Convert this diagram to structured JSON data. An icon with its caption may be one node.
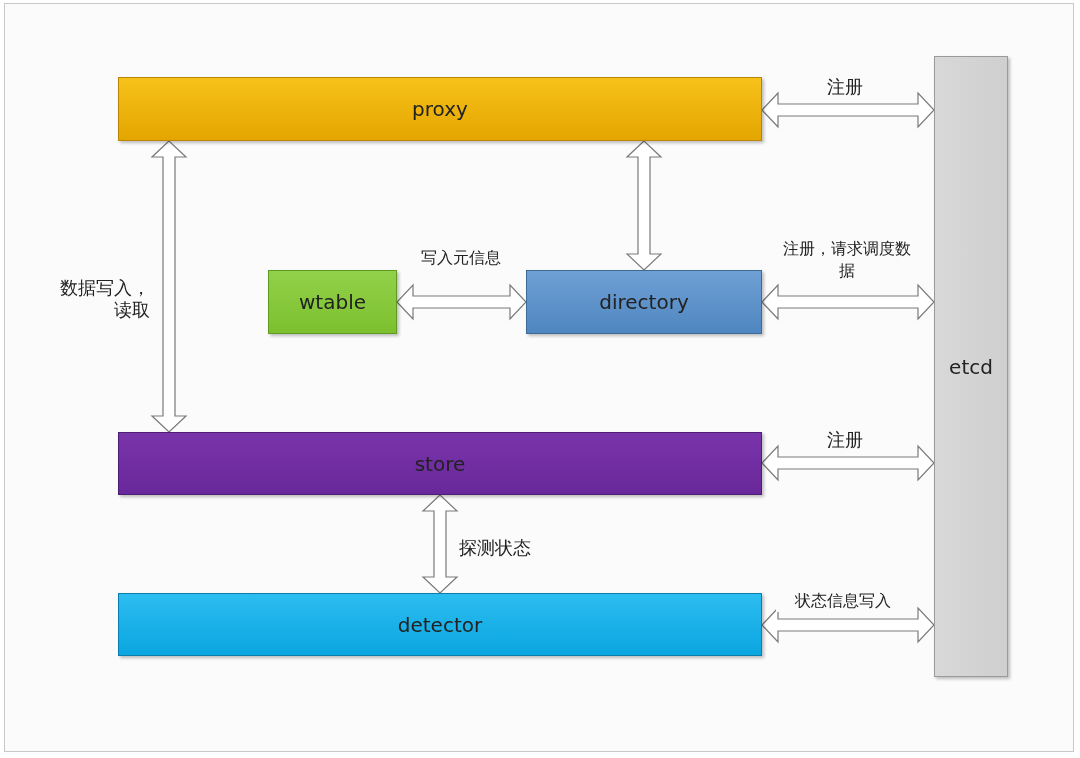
{
  "diagram": {
    "nodes": [
      {
        "text": [
          "proxy"
        ]
      },
      {
        "text": [
          "wtable"
        ]
      },
      {
        "text": [
          "directory"
        ]
      },
      {
        "text": [
          "store"
        ]
      },
      {
        "text": [
          "detector"
        ]
      },
      {
        "text": [
          "etcd"
        ]
      }
    ],
    "edges": [
      {
        "from": 0,
        "to": 5,
        "arrow": "both",
        "label": "注册"
      },
      {
        "from": 0,
        "to": 3,
        "arrow": "both",
        "label": "数据写入，读取"
      },
      {
        "from": 0,
        "to": 2,
        "arrow": "both"
      },
      {
        "from": 1,
        "to": 2,
        "arrow": "both",
        "label": "写入元信息"
      },
      {
        "from": 2,
        "to": 5,
        "arrow": "both",
        "label": "注册，请求调度数据"
      },
      {
        "from": 3,
        "to": 5,
        "arrow": "both",
        "label": "注册"
      },
      {
        "from": 3,
        "to": 4,
        "arrow": "both",
        "label": "探测状态"
      },
      {
        "from": 4,
        "to": 5,
        "arrow": "both",
        "label": "状态信息写入"
      }
    ]
  }
}
